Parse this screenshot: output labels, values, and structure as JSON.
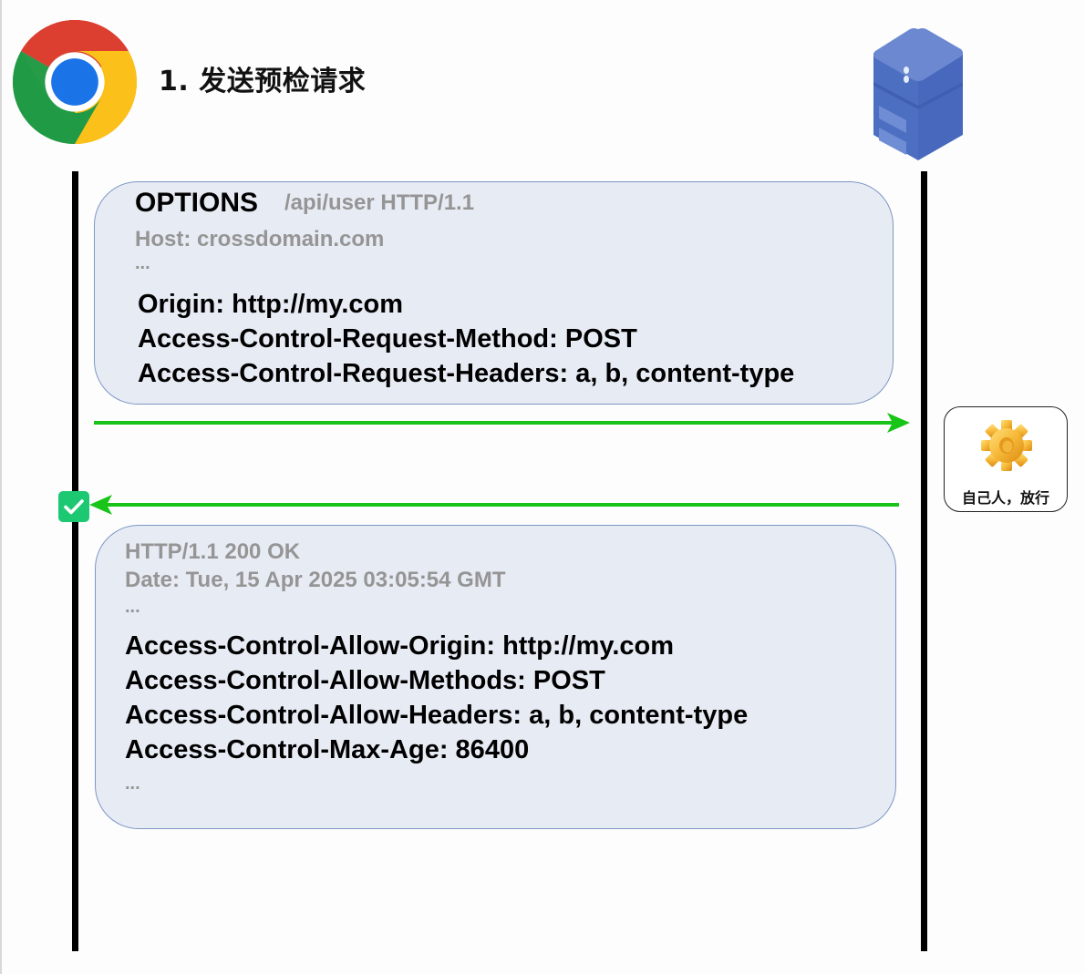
{
  "header": {
    "step_title": "1. 发送预检请求",
    "client_icon": "chrome-browser-icon",
    "server_icon": "server-icon"
  },
  "request": {
    "method": "OPTIONS",
    "request_line_rest": "/api/user HTTP/1.1",
    "host": "Host: crossdomain.com",
    "ellipsis": "...",
    "headers": [
      "Origin: http://my.com",
      "Access-Control-Request-Method: POST",
      "Access-Control-Request-Headers: a, b, content-type"
    ]
  },
  "server_check": {
    "icon": "gear-icon",
    "label": "自己人，放行"
  },
  "response": {
    "status_line": "HTTP/1.1 200 OK",
    "date": "Date: Tue, 15 Apr 2025 03:05:54 GMT",
    "ellipsis_top": "...",
    "headers": [
      "Access-Control-Allow-Origin: http://my.com",
      "Access-Control-Allow-Methods: POST",
      "Access-Control-Allow-Headers: a, b, content-type",
      "Access-Control-Max-Age: 86400"
    ],
    "ellipsis_bottom": "...",
    "status_icon": "check-icon"
  },
  "colors": {
    "arrow": "#18c418",
    "box_fill": "#e7ebf4",
    "box_border": "#7d97c3",
    "check_badge": "#1dc873",
    "secondary_text": "#959595",
    "server_blue": "#4f72c4"
  }
}
